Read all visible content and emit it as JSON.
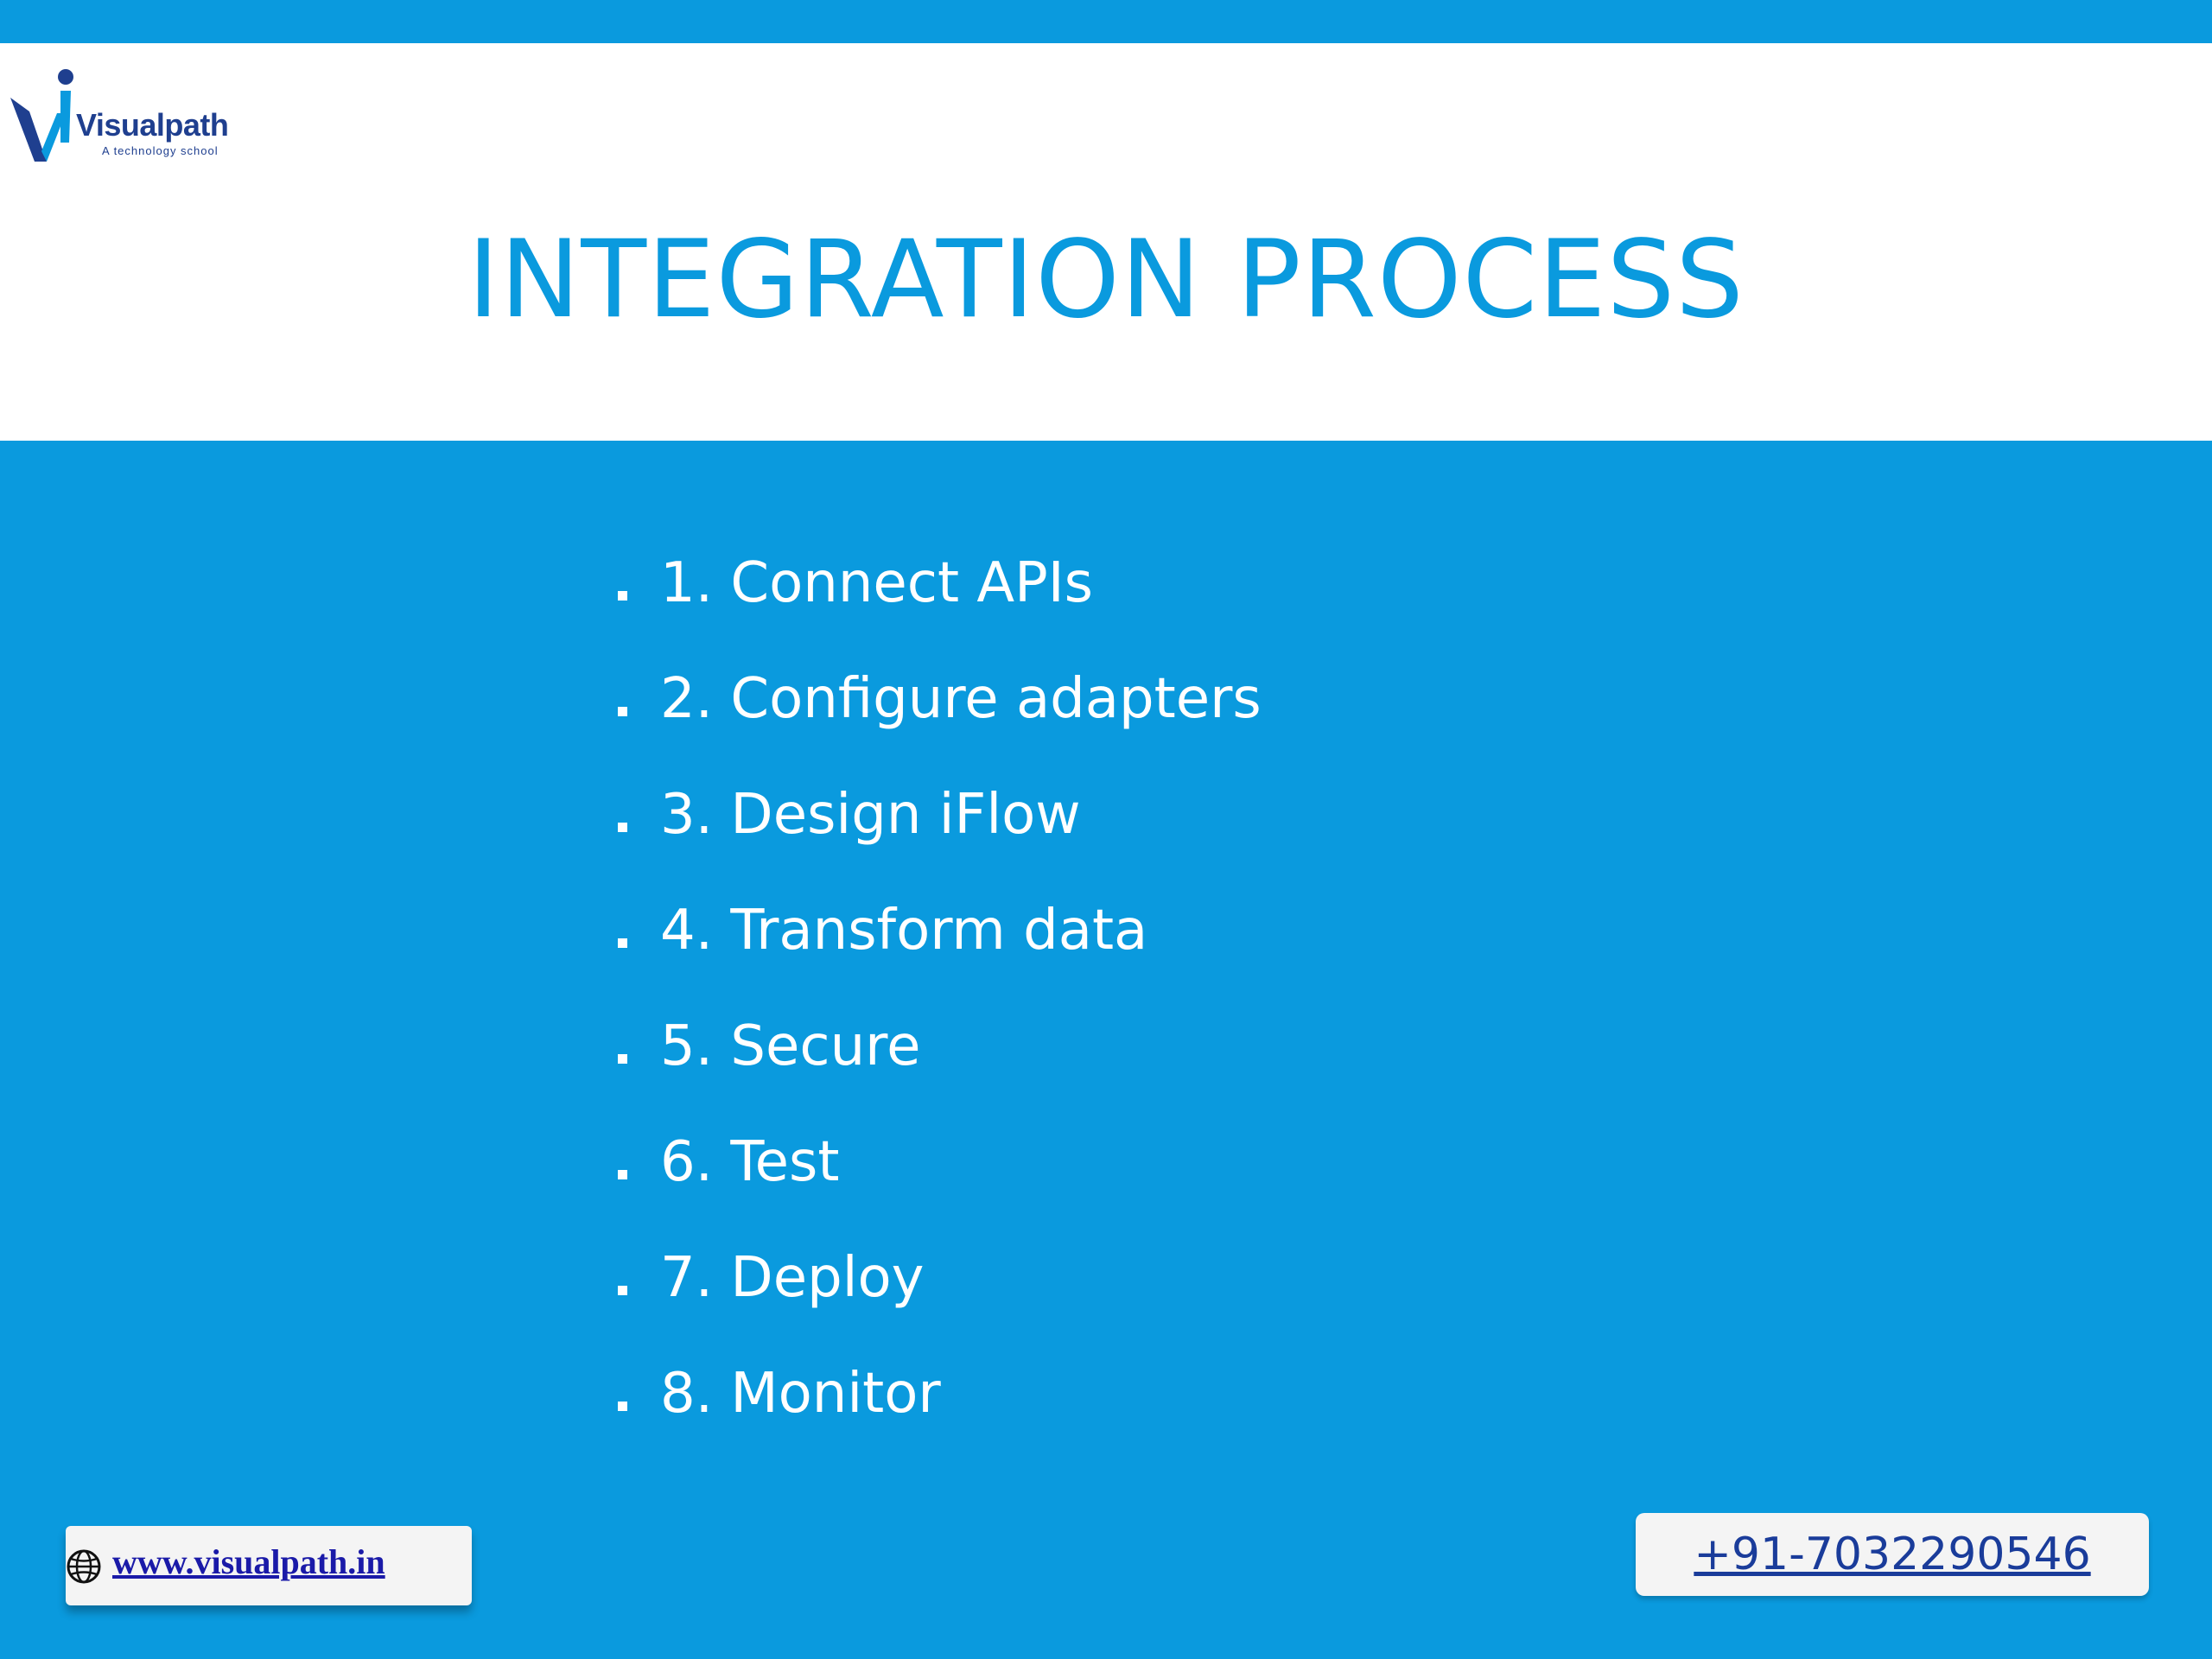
{
  "brand": {
    "name": "Visualpath",
    "tagline": "A technology school",
    "colors": {
      "accent": "#0a9ade",
      "logo_blue": "#1f3f8f"
    }
  },
  "slide": {
    "title": "INTEGRATION PROCESS",
    "steps": [
      "1. Connect APIs",
      "2. Configure adapters",
      "3. Design iFlow",
      "4. Transform data",
      "5. Secure",
      "6. Test",
      "7. Deploy",
      "8. Monitor"
    ]
  },
  "footer": {
    "website": "www.visualpath.in",
    "website_icon": "globe-icon",
    "phone": "+91-7032290546"
  }
}
